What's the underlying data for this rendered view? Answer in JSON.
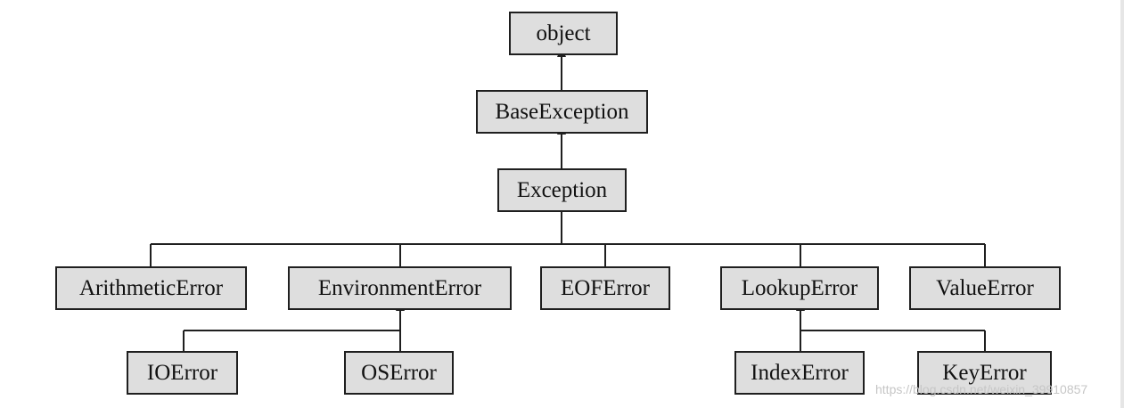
{
  "nodes": {
    "object": "object",
    "base_exception": "BaseException",
    "exception": "Exception",
    "arithmetic_error": "ArithmeticError",
    "environment_error": "EnvironmentError",
    "eof_error": "EOFError",
    "lookup_error": "LookupError",
    "value_error": "ValueError",
    "io_error": "IOError",
    "os_error": "OSError",
    "index_error": "IndexError",
    "key_error": "KeyError"
  },
  "edges": [
    {
      "child": "base_exception",
      "parent": "object"
    },
    {
      "child": "exception",
      "parent": "base_exception"
    },
    {
      "child": "arithmetic_error",
      "parent": "exception"
    },
    {
      "child": "environment_error",
      "parent": "exception"
    },
    {
      "child": "eof_error",
      "parent": "exception"
    },
    {
      "child": "lookup_error",
      "parent": "exception"
    },
    {
      "child": "value_error",
      "parent": "exception"
    },
    {
      "child": "io_error",
      "parent": "environment_error"
    },
    {
      "child": "os_error",
      "parent": "environment_error"
    },
    {
      "child": "index_error",
      "parent": "lookup_error"
    },
    {
      "child": "key_error",
      "parent": "lookup_error"
    }
  ],
  "watermark": "https://blog.csdn.net/weixin_39910857",
  "colors": {
    "box_fill": "#dedede",
    "stroke": "#1f1f1f",
    "text": "#111111"
  }
}
